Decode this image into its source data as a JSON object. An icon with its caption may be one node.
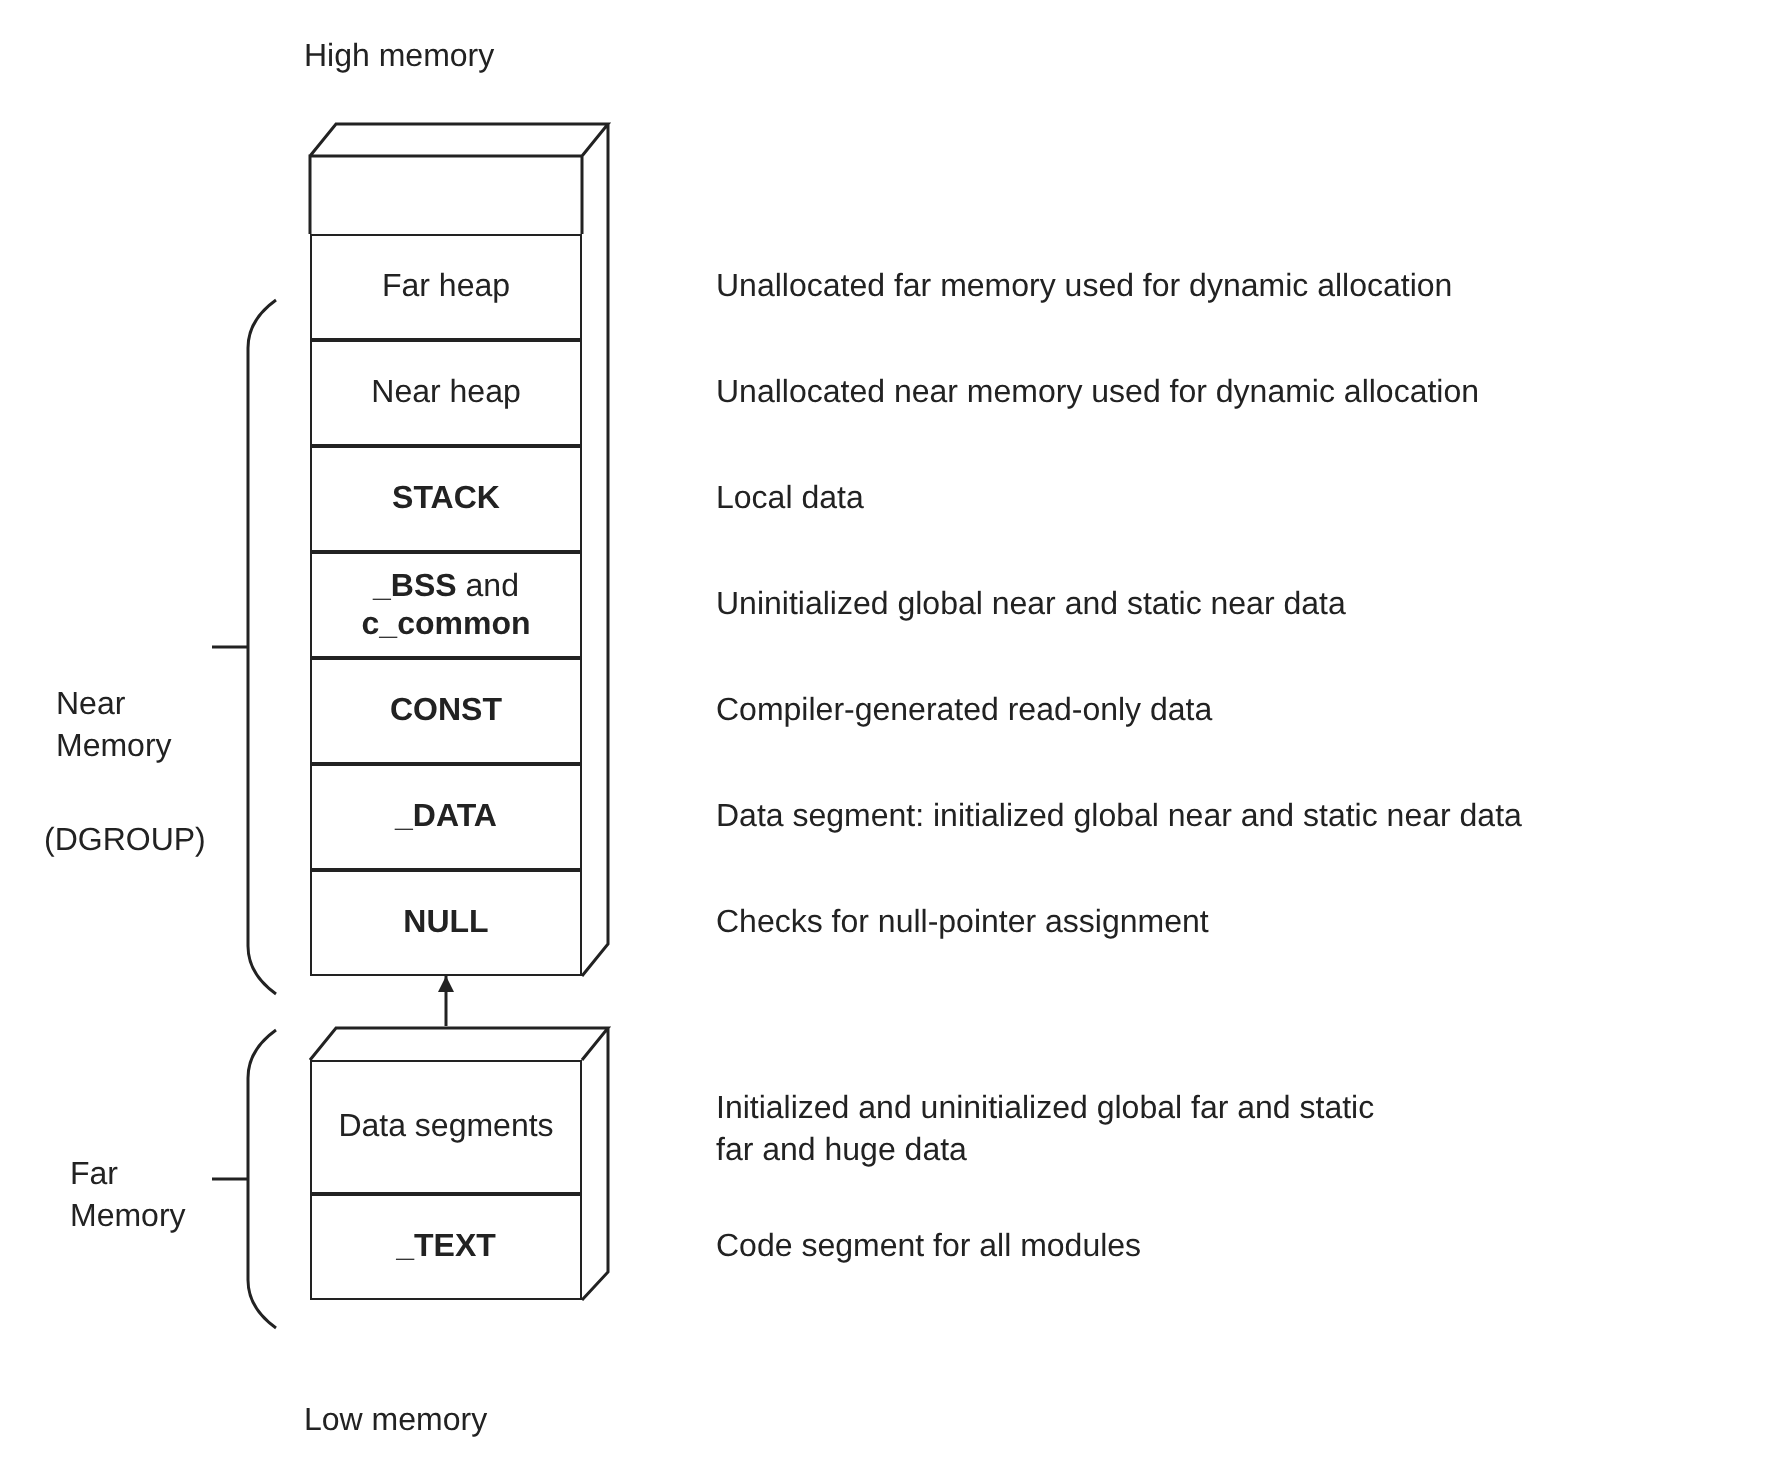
{
  "diagram": {
    "nodes": [
      {
        "text": [
          "Far heap"
        ]
      },
      {
        "text": [
          "Near heap"
        ]
      },
      {
        "text": [
          "STACK"
        ]
      },
      {
        "text": [
          "**_BSS** and **c_common**"
        ]
      },
      {
        "text": [
          "CONST"
        ]
      },
      {
        "text": [
          "_DATA"
        ]
      },
      {
        "text": [
          "NULL"
        ]
      },
      {
        "text": [
          "Data segments"
        ]
      },
      {
        "text": [
          "_TEXT"
        ]
      }
    ],
    "edges": [
      {
        "from": 7,
        "to": 6,
        "arrow": "to"
      }
    ],
    "labels": [
      "High memory",
      "Unallocated far memory used for dynamic allocation",
      "Unallocated near memory used for dynamic allocation",
      "Local data",
      "Uninitialized global near and static near data",
      "Near Memory",
      "Compiler-generated read-only data",
      "(DGROUP)",
      "Data segment: initialized global near and static near data",
      "Checks for null-pointer assignment",
      "Initialized and uninitialized global far and static far and huge data",
      "Far Memory",
      "Code segment for all modules",
      "Low memory"
    ]
  }
}
